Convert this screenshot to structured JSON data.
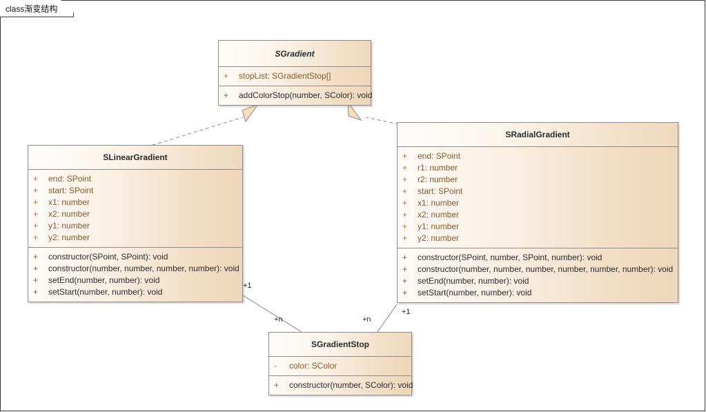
{
  "frame": {
    "tab_label": "class渐变结构"
  },
  "palette": {
    "box_border": "#8c8c84",
    "box_fill_light": "#fdfaf6",
    "box_fill_dark": "#eed7ba",
    "attribute_text": "#8a5a2b",
    "attribute_marker": "#c96b2e",
    "method_text": "#2b2b2b",
    "method_marker": "#3e7d3e",
    "connector": "#8c8c84",
    "arrow_fill": "#f5ddb8",
    "background": "#ffffff"
  },
  "classes": [
    {
      "id": "sgradient",
      "name": "SGradient",
      "abstract": true,
      "attributes": [
        {
          "visibility": "+",
          "text": "stopList: SGradientStop[]"
        }
      ],
      "methods": [
        {
          "visibility": "+",
          "text": "addColorStop(number, SColor): void"
        }
      ]
    },
    {
      "id": "slineargradient",
      "name": "SLinearGradient",
      "abstract": false,
      "attributes": [
        {
          "visibility": "+",
          "text": "end: SPoint"
        },
        {
          "visibility": "+",
          "text": "start: SPoint"
        },
        {
          "visibility": "+",
          "text": "x1: number"
        },
        {
          "visibility": "+",
          "text": "x2: number"
        },
        {
          "visibility": "+",
          "text": "y1: number"
        },
        {
          "visibility": "+",
          "text": "y2: number"
        }
      ],
      "methods": [
        {
          "visibility": "+",
          "text": "constructor(SPoint, SPoint): void"
        },
        {
          "visibility": "+",
          "text": "constructor(number, number, number, number): void"
        },
        {
          "visibility": "+",
          "text": "setEnd(number, number): void"
        },
        {
          "visibility": "+",
          "text": "setStart(number, number): void"
        }
      ]
    },
    {
      "id": "sradialgradient",
      "name": "SRadialGradient",
      "abstract": false,
      "attributes": [
        {
          "visibility": "+",
          "text": "end: SPoint"
        },
        {
          "visibility": "+",
          "text": "r1: number"
        },
        {
          "visibility": "+",
          "text": "r2: number"
        },
        {
          "visibility": "+",
          "text": "start: SPoint"
        },
        {
          "visibility": "+",
          "text": "x1: number"
        },
        {
          "visibility": "+",
          "text": "x2: number"
        },
        {
          "visibility": "+",
          "text": "y1: number"
        },
        {
          "visibility": "+",
          "text": "y2: number"
        }
      ],
      "methods": [
        {
          "visibility": "+",
          "text": "constructor(SPoint, number, SPoint, number): void"
        },
        {
          "visibility": "+",
          "text": "constructor(number, number, number, number, number, number): void"
        },
        {
          "visibility": "+",
          "text": "setEnd(number, number): void"
        },
        {
          "visibility": "+",
          "text": "setStart(number, number): void"
        }
      ]
    },
    {
      "id": "sgradientstop",
      "name": "SGradientStop",
      "abstract": false,
      "attributes": [
        {
          "visibility": "-",
          "text": "color: SColor"
        }
      ],
      "methods": [
        {
          "visibility": "+",
          "text": "constructor(number, SColor): void"
        }
      ]
    }
  ],
  "relationships": [
    {
      "id": "linear-realizes-gradient",
      "type": "realization",
      "from": "SLinearGradient",
      "to": "SGradient",
      "style": "dashed",
      "arrow": "hollow-triangle"
    },
    {
      "id": "radial-realizes-gradient",
      "type": "realization",
      "from": "SRadialGradient",
      "to": "SGradient",
      "style": "dashed",
      "arrow": "hollow-triangle"
    },
    {
      "id": "linear-stops",
      "type": "association",
      "from": "SLinearGradient",
      "to": "SGradientStop",
      "style": "solid",
      "source_multiplicity": "+1",
      "target_multiplicity": "+n"
    },
    {
      "id": "radial-stops",
      "type": "association",
      "from": "SRadialGradient",
      "to": "SGradientStop",
      "style": "solid",
      "source_multiplicity": "+1",
      "target_multiplicity": "+n"
    }
  ],
  "multiplicity_labels": [
    {
      "id": "linear-source",
      "text": "+1"
    },
    {
      "id": "linear-target",
      "text": "+n"
    },
    {
      "id": "radial-target",
      "text": "+n"
    },
    {
      "id": "radial-source",
      "text": "+1"
    }
  ]
}
